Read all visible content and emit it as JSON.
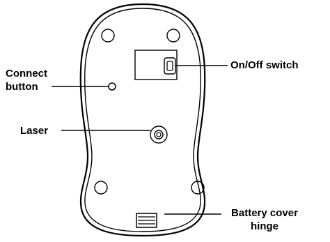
{
  "diagram": {
    "labels": {
      "connect_button": {
        "line1": "Connect",
        "line2": "button"
      },
      "on_off_switch": "On/Off switch",
      "laser": "Laser",
      "battery_cover_hinge": {
        "line1": "Battery cover",
        "line2": "hinge"
      }
    }
  },
  "colors": {
    "line": "#000000",
    "background": "#ffffff"
  }
}
